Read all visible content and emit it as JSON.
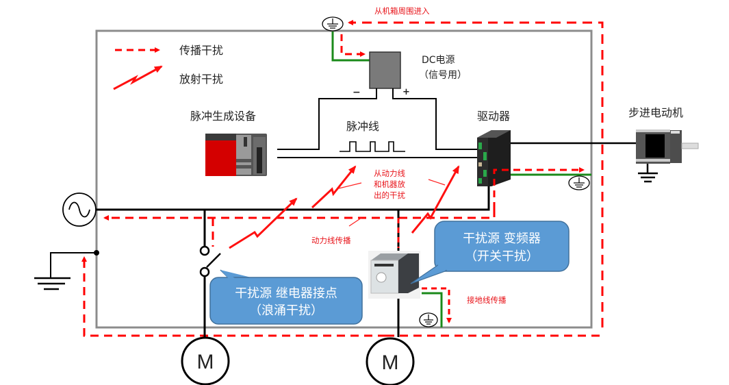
{
  "legend": {
    "propagation_label": "传播干扰",
    "radiation_label": "放射干扰"
  },
  "labels": {
    "chassis_entry": "从机箱周围进入",
    "dc_power_line1": "DC电源",
    "dc_power_line2": "（信号用）",
    "dc_minus": "−",
    "dc_plus": "+",
    "pulse_device": "脉冲生成设备",
    "pulse_line": "脉冲线",
    "driver": "驱动器",
    "stepper_motor": "步进电动机",
    "radiated_line1": "从动力线",
    "radiated_line2": "和机器放",
    "radiated_line3": "出的干扰",
    "power_line_propagation": "动力线传播",
    "ground_line_propagation": "接地线传播",
    "motor_left": "M",
    "motor_right": "M"
  },
  "callouts": {
    "relay": {
      "line1": "干扰源  继电器接点",
      "line2": "（浪涌干扰）"
    },
    "inverter": {
      "line1": "干扰源  变频器",
      "line2": "（开关干扰）"
    }
  },
  "colors": {
    "propagation": "#ff0000",
    "radiation": "#ff1010",
    "ground_wire": "#1a8a1a",
    "callout_fill": "#5b9bd5",
    "frame": "#8c8c8c",
    "plc_red": "#d40000"
  },
  "icons": {
    "ac_source": "ac-source-icon",
    "ground": "earth-ground-icon",
    "protective_ground": "protective-ground-icon",
    "motor": "motor-icon",
    "relay_switch": "relay-switch-icon"
  }
}
